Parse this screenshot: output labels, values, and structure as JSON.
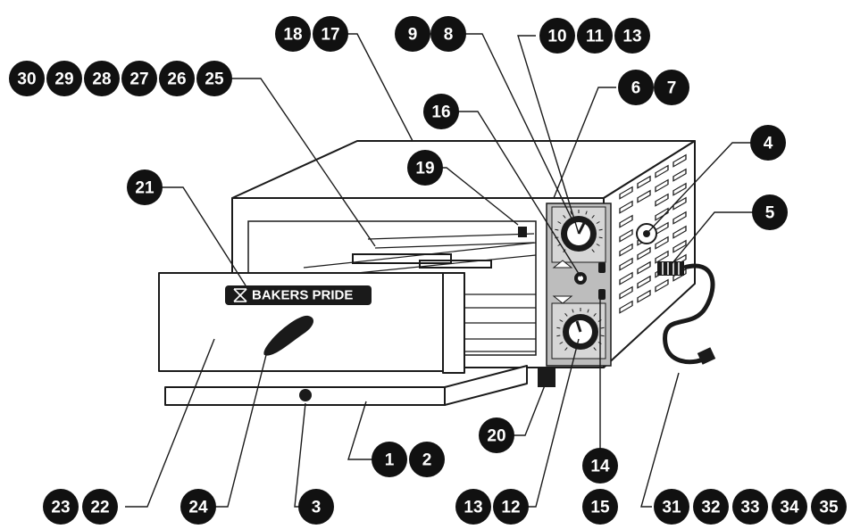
{
  "brand": {
    "label": "BAKERS PRIDE"
  },
  "callouts": [
    {
      "id": "c30",
      "label": "30"
    },
    {
      "id": "c29",
      "label": "29"
    },
    {
      "id": "c28",
      "label": "28"
    },
    {
      "id": "c27",
      "label": "27"
    },
    {
      "id": "c26",
      "label": "26"
    },
    {
      "id": "c25",
      "label": "25"
    },
    {
      "id": "c18",
      "label": "18"
    },
    {
      "id": "c17",
      "label": "17"
    },
    {
      "id": "c9",
      "label": "9"
    },
    {
      "id": "c8",
      "label": "8"
    },
    {
      "id": "c10",
      "label": "10"
    },
    {
      "id": "c11",
      "label": "11"
    },
    {
      "id": "c13a",
      "label": "13"
    },
    {
      "id": "c6",
      "label": "6"
    },
    {
      "id": "c7",
      "label": "7"
    },
    {
      "id": "c16",
      "label": "16"
    },
    {
      "id": "c4",
      "label": "4"
    },
    {
      "id": "c19",
      "label": "19"
    },
    {
      "id": "c21",
      "label": "21"
    },
    {
      "id": "c5",
      "label": "5"
    },
    {
      "id": "c1",
      "label": "1"
    },
    {
      "id": "c2",
      "label": "2"
    },
    {
      "id": "c20",
      "label": "20"
    },
    {
      "id": "c14",
      "label": "14"
    },
    {
      "id": "c23",
      "label": "23"
    },
    {
      "id": "c22",
      "label": "22"
    },
    {
      "id": "c24",
      "label": "24"
    },
    {
      "id": "c3",
      "label": "3"
    },
    {
      "id": "c13b",
      "label": "13"
    },
    {
      "id": "c12",
      "label": "12"
    },
    {
      "id": "c15",
      "label": "15"
    },
    {
      "id": "c31",
      "label": "31"
    },
    {
      "id": "c32",
      "label": "32"
    },
    {
      "id": "c33",
      "label": "33"
    },
    {
      "id": "c34",
      "label": "34"
    },
    {
      "id": "c35",
      "label": "35"
    }
  ]
}
